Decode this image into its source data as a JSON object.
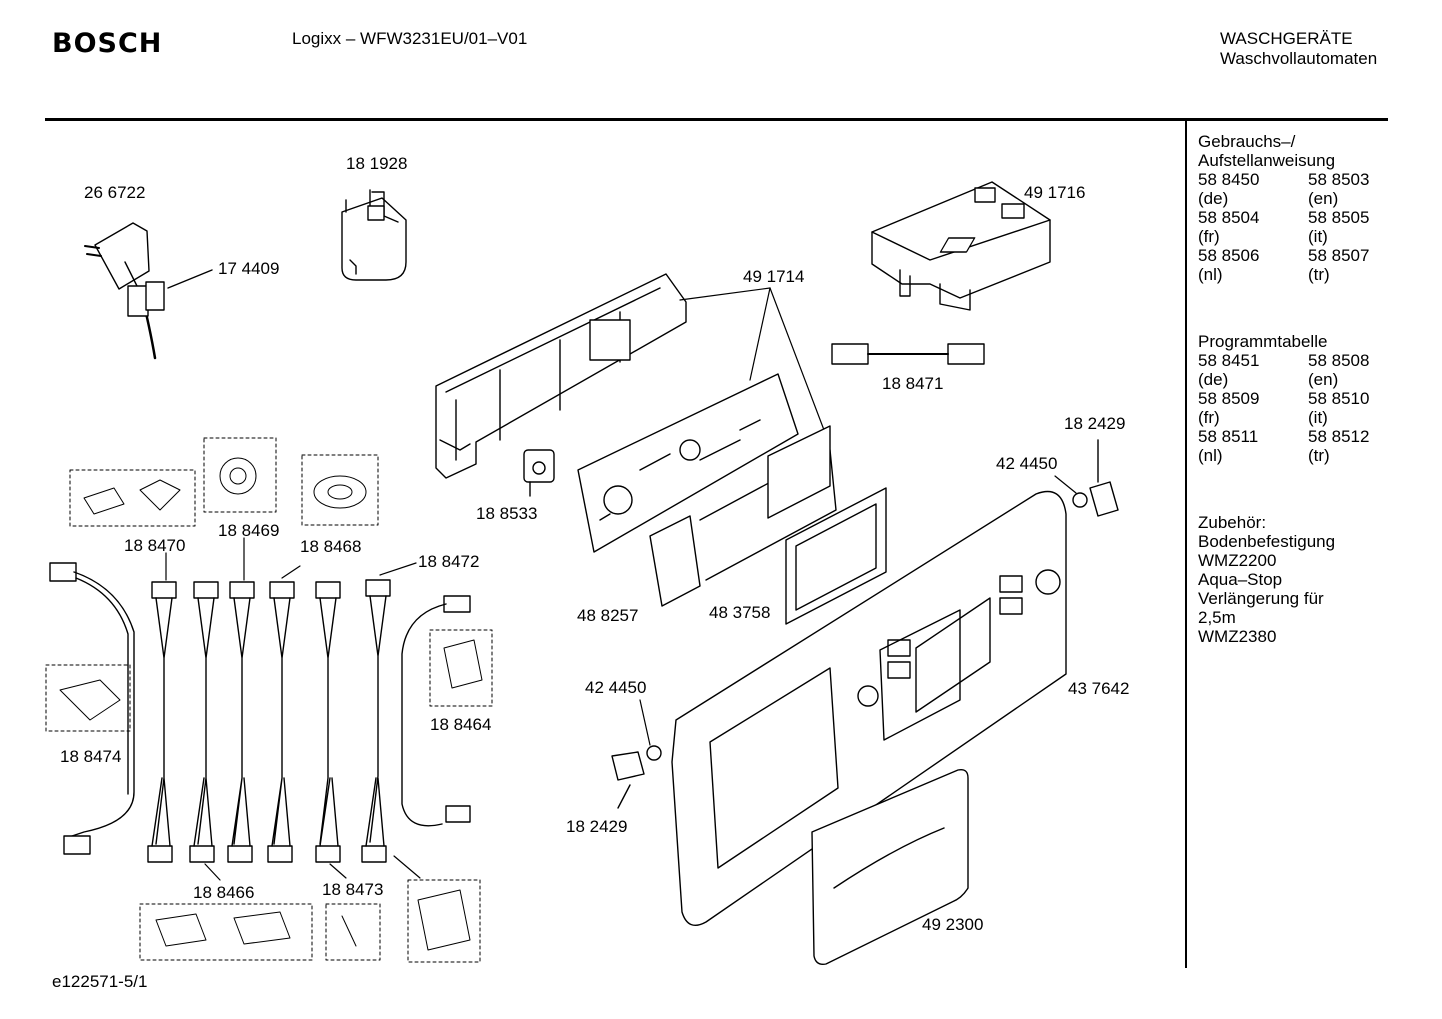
{
  "header": {
    "brand": "BOSCH",
    "model": "Logixx – WFW3231EU/01–V01",
    "category_line1": "WASCHGERÄTE",
    "category_line2": "Waschvollautomaten"
  },
  "parts": {
    "p266722": "26 6722",
    "p181928": "18 1928",
    "p491716": "49 1716",
    "p174409": "17 4409",
    "p491714": "49 1714",
    "p188471": "18 8471",
    "p182429_top": "18 2429",
    "p424450_top": "42 4450",
    "p188533": "18 8533",
    "p188470": "18 8470",
    "p188469": "18 8469",
    "p188468": "18 8468",
    "p188472": "18 8472",
    "p488257": "48 8257",
    "p483758": "48 3758",
    "p424450_bottom": "42 4450",
    "p437642": "43 7642",
    "p188464": "18 8464",
    "p188474": "18 8474",
    "p182429_bottom": "18 2429",
    "p188466": "18 8466",
    "p188473": "18 8473",
    "p492300": "49 2300"
  },
  "sidebar": {
    "manual_title1": "Gebrauchs–/",
    "manual_title2": "Aufstellanweisung",
    "manual_rows": [
      [
        "58 8450",
        "58 8503"
      ],
      [
        "(de)",
        "(en)"
      ],
      [
        "58 8504",
        "58 8505"
      ],
      [
        "(fr)",
        "(it)"
      ],
      [
        "58 8506",
        "58 8507"
      ],
      [
        "(nl)",
        "(tr)"
      ]
    ],
    "program_title": "Programmtabelle",
    "program_rows": [
      [
        "58 8451",
        "58 8508"
      ],
      [
        "(de)",
        "(en)"
      ],
      [
        "58 8509",
        "58 8510"
      ],
      [
        "(fr)",
        "(it)"
      ],
      [
        "58 8511",
        "58 8512"
      ],
      [
        "(nl)",
        "(tr)"
      ]
    ],
    "accessories_title": "Zubehör:",
    "accessories": [
      "Bodenbefestigung",
      "WMZ2200",
      "Aqua–Stop",
      "Verlängerung für",
      "2,5m",
      "WMZ2380"
    ]
  },
  "footer": {
    "drawing_id": "e122571-5/1"
  }
}
